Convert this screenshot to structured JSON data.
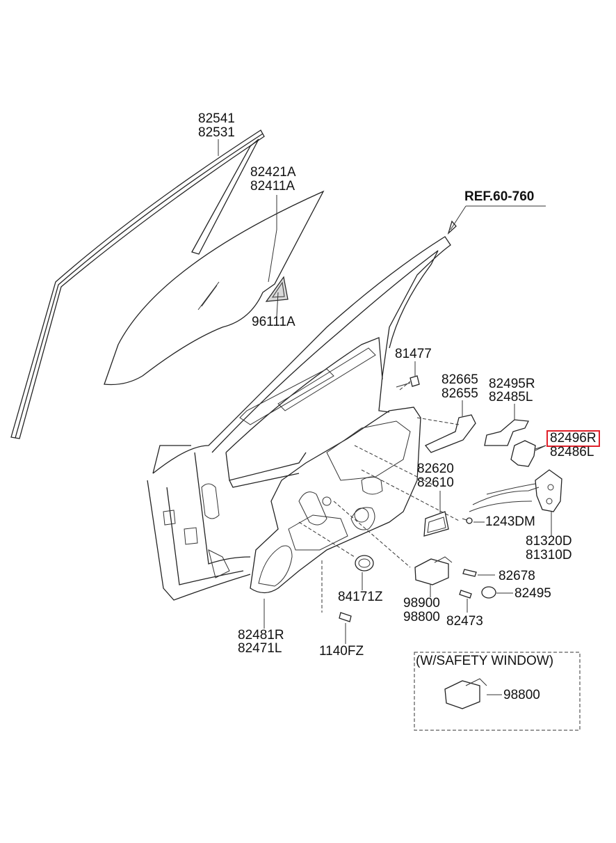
{
  "labels": {
    "p82541": "82541",
    "p82531": "82531",
    "p82421a": "82421A",
    "p82411a": "82411A",
    "ref": "REF.60-760",
    "p96111a": "96111A",
    "p81477": "81477",
    "p82665": "82665",
    "p82655": "82655",
    "p82495r": "82495R",
    "p82485l": "82485L",
    "p82496r": "82496R",
    "p82486l": "82486L",
    "p82620": "82620",
    "p82610": "82610",
    "p1243dm": "1243DM",
    "p81320d": "81320D",
    "p81310d": "81310D",
    "p82678": "82678",
    "p82495": "82495",
    "p84171z": "84171Z",
    "p98900": "98900",
    "p98800a": "98800",
    "p82473": "82473",
    "p82481r": "82481R",
    "p82471l": "82471L",
    "p1140fz": "1140FZ",
    "safety_title": "(W/SAFETY WINDOW)",
    "p98800b": "98800"
  },
  "colors": {
    "line": "#222222",
    "highlight_box": "#e0202a",
    "background": "#ffffff"
  }
}
